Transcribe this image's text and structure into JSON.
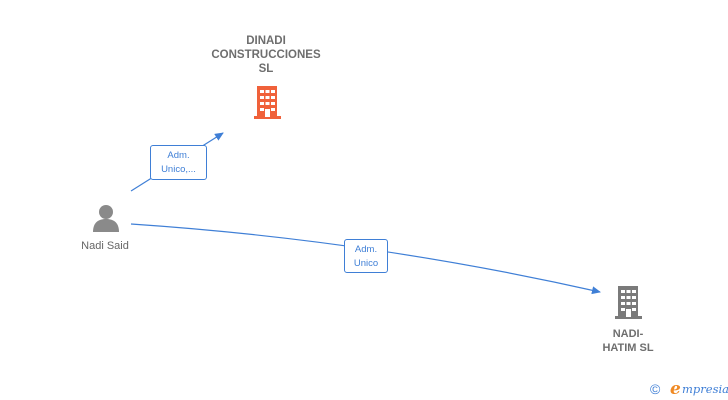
{
  "nodes": {
    "main_company": {
      "lines": [
        "DINADI",
        "CONSTRUCCIONES",
        "SL"
      ],
      "color": "#f0613a"
    },
    "person": {
      "name": "Nadi Said",
      "color": "#8a8a8a"
    },
    "second_company": {
      "lines": [
        "NADI-",
        "HATIM  SL"
      ],
      "color": "#7a7a7a"
    }
  },
  "edges": [
    {
      "label_lines": [
        "Adm.",
        "Unico,..."
      ],
      "color": "#3f7fd6"
    },
    {
      "label_lines": [
        "Adm.",
        "Unico"
      ],
      "color": "#3f7fd6"
    }
  ],
  "brand": {
    "copyright": "©",
    "initial": "e",
    "word": "mpresia"
  }
}
